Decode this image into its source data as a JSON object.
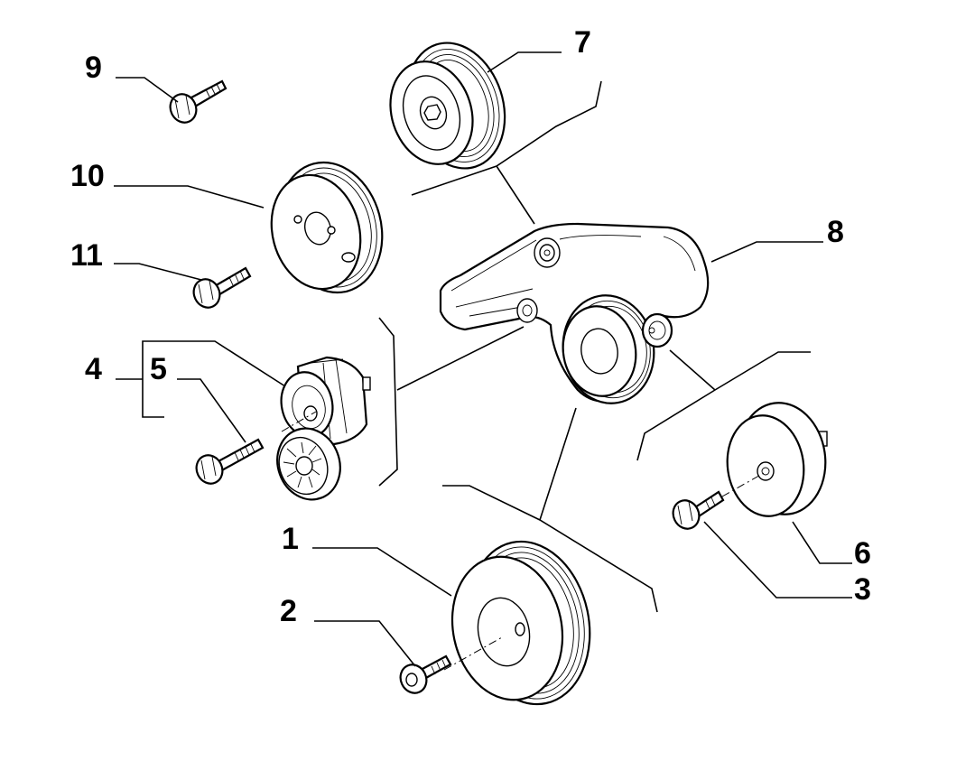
{
  "diagram": {
    "labels": [
      {
        "id": "1",
        "text": "1"
      },
      {
        "id": "2",
        "text": "2"
      },
      {
        "id": "3",
        "text": "3"
      },
      {
        "id": "4",
        "text": "4"
      },
      {
        "id": "5",
        "text": "5"
      },
      {
        "id": "6",
        "text": "6"
      },
      {
        "id": "7",
        "text": "7"
      },
      {
        "id": "8",
        "text": "8"
      },
      {
        "id": "9",
        "text": "9"
      },
      {
        "id": "10",
        "text": "10"
      },
      {
        "id": "11",
        "text": "11"
      }
    ],
    "colors": {
      "line": "#000000",
      "background": "#ffffff"
    }
  }
}
